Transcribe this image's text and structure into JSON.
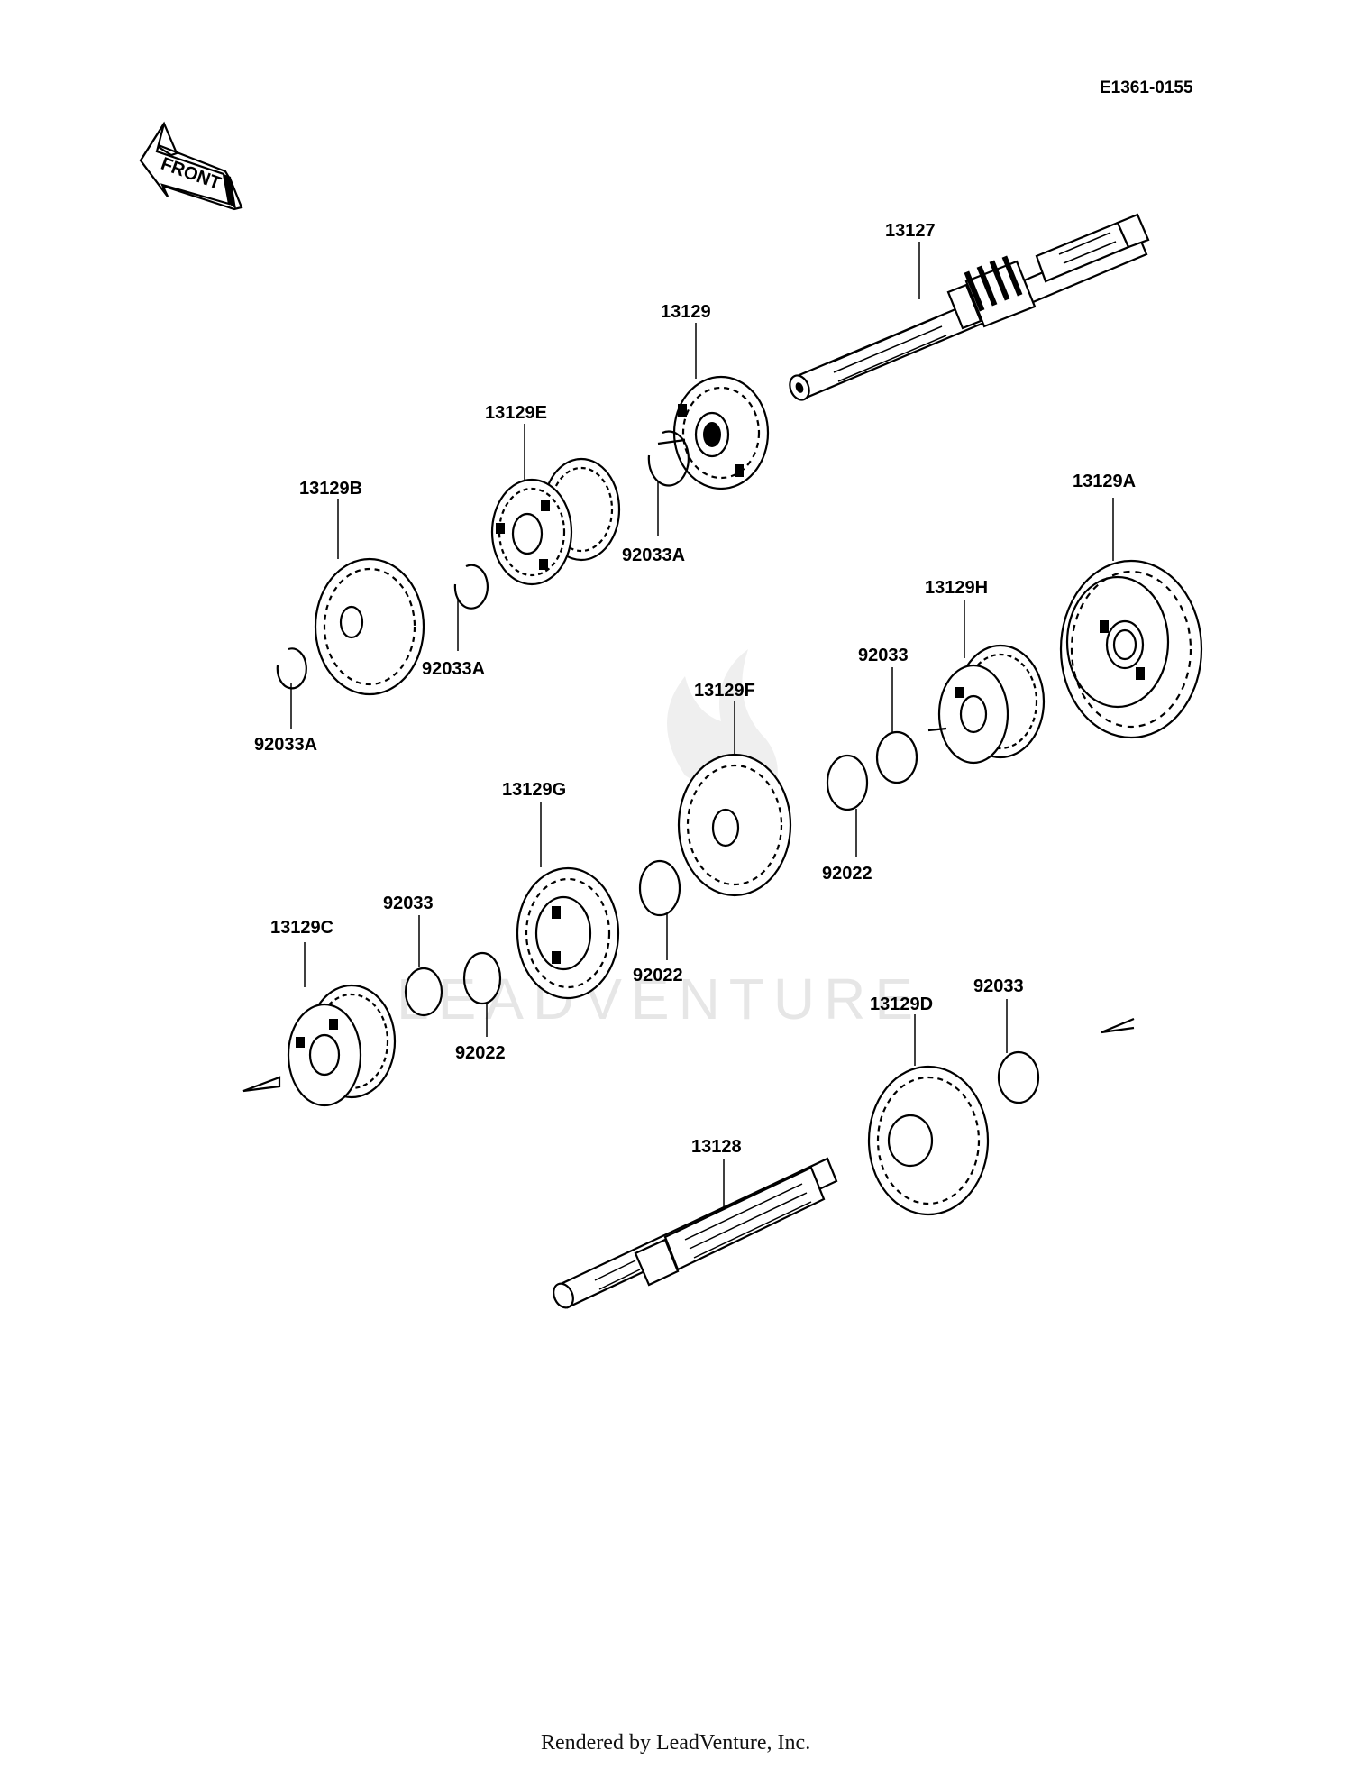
{
  "ref_code": "E1361-0155",
  "front_arrow": {
    "label": "FRONT",
    "icon": "front-direction-arrow-icon"
  },
  "watermark": "LEADVENTURE",
  "footer": "Rendered by LeadVenture, Inc.",
  "parts": [
    {
      "id": "p13127",
      "label": "13127"
    },
    {
      "id": "p13129",
      "label": "13129"
    },
    {
      "id": "p13129E",
      "label": "13129E"
    },
    {
      "id": "p13129B",
      "label": "13129B"
    },
    {
      "id": "p13129A",
      "label": "13129A"
    },
    {
      "id": "p13129H",
      "label": "13129H"
    },
    {
      "id": "p13129F",
      "label": "13129F"
    },
    {
      "id": "p13129G",
      "label": "13129G"
    },
    {
      "id": "p13129C",
      "label": "13129C"
    },
    {
      "id": "p13129D",
      "label": "13129D"
    },
    {
      "id": "p13128",
      "label": "13128"
    },
    {
      "id": "p92033A_1",
      "label": "92033A"
    },
    {
      "id": "p92033A_2",
      "label": "92033A"
    },
    {
      "id": "p92033A_3",
      "label": "92033A"
    },
    {
      "id": "p92033_1",
      "label": "92033"
    },
    {
      "id": "p92033_2",
      "label": "92033"
    },
    {
      "id": "p92033_3",
      "label": "92033"
    },
    {
      "id": "p92022_1",
      "label": "92022"
    },
    {
      "id": "p92022_2",
      "label": "92022"
    },
    {
      "id": "p92022_3",
      "label": "92022"
    }
  ]
}
